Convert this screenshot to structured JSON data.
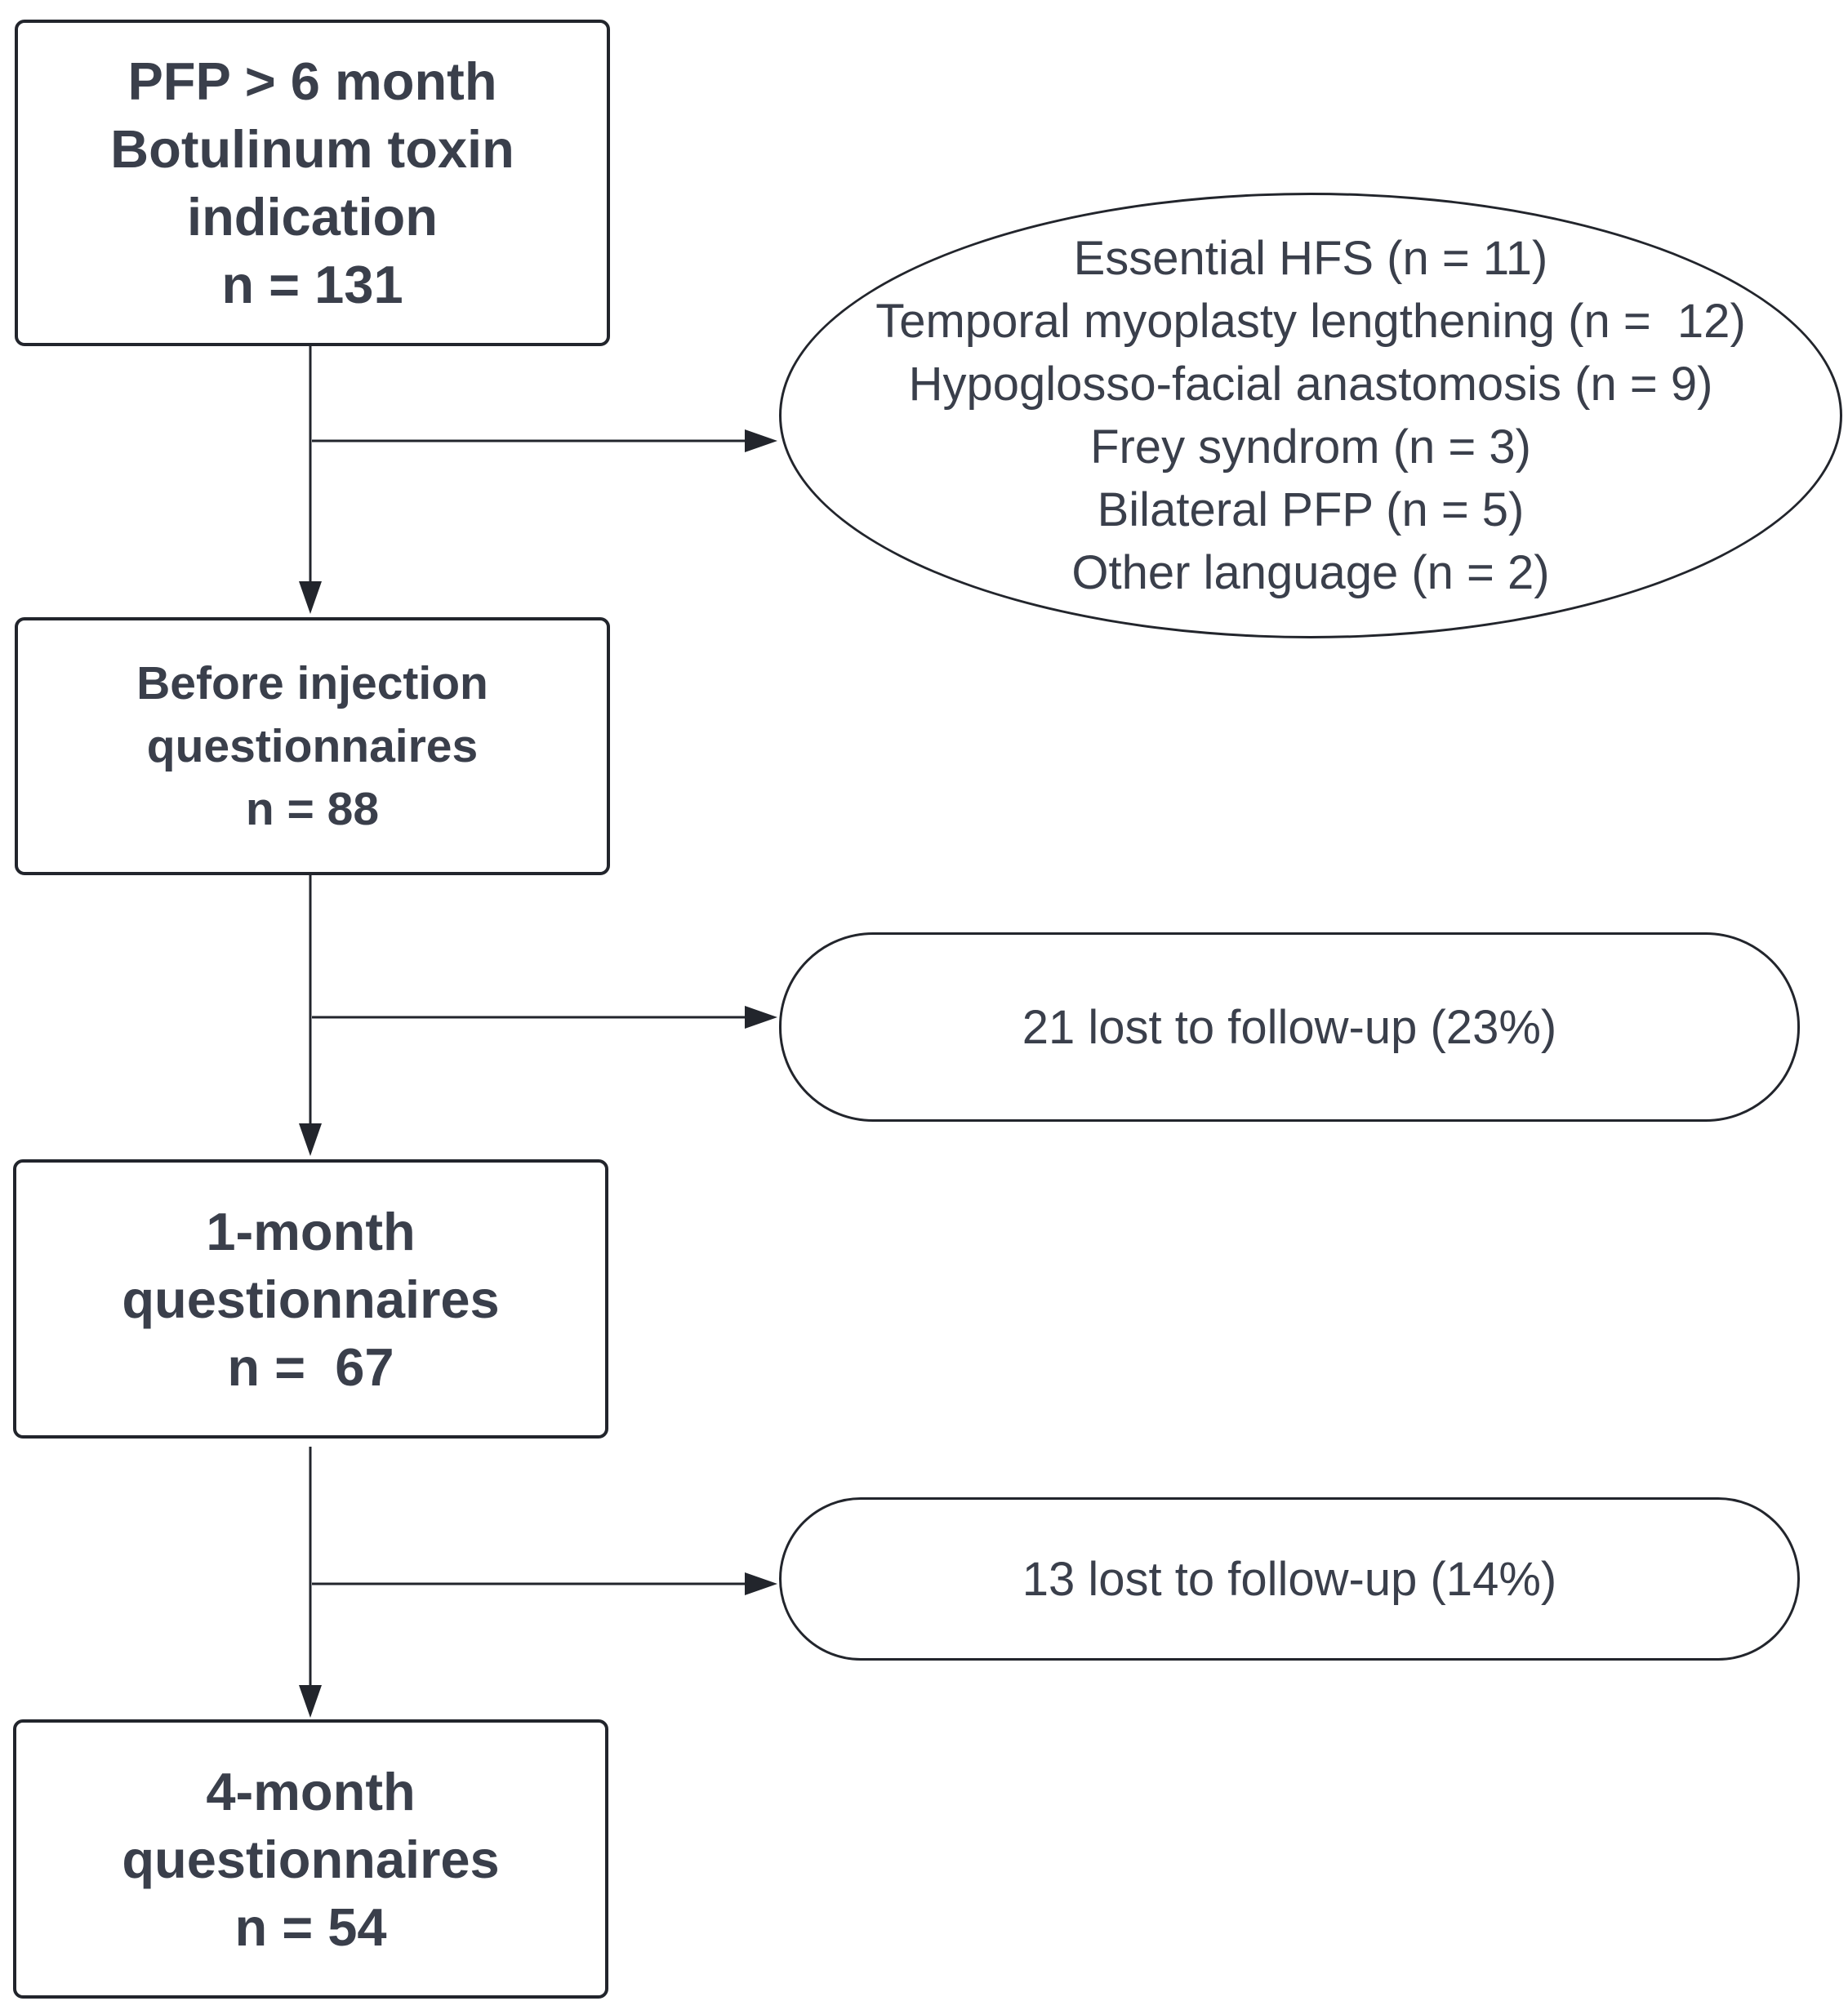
{
  "flow": {
    "steps": [
      {
        "lines": [
          "PFP > 6 month",
          "Botulinum toxin",
          "indication",
          "n = 131"
        ]
      },
      {
        "lines": [
          "Before injection",
          "questionnaires",
          "n = 88"
        ]
      },
      {
        "lines": [
          "1-month",
          "questionnaires",
          "n =  67"
        ]
      },
      {
        "lines": [
          "4-month",
          "questionnaires",
          "n = 54"
        ]
      }
    ],
    "exclusions": [
      {
        "lines": [
          "Essential HFS (n = 11)",
          "Temporal myoplasty lengthening (n =  12)",
          "Hypoglosso-facial anastomosis (n = 9)",
          "Frey syndrom (n = 3)",
          "Bilateral PFP (n = 5)",
          "Other language (n = 2)"
        ]
      },
      {
        "lines": [
          "21 lost to follow-up (23%)"
        ]
      },
      {
        "lines": [
          "13 lost to follow-up (14%)"
        ]
      }
    ]
  },
  "colors": {
    "stroke": "#22252c",
    "text": "#3a3f4b",
    "background": "#ffffff"
  }
}
